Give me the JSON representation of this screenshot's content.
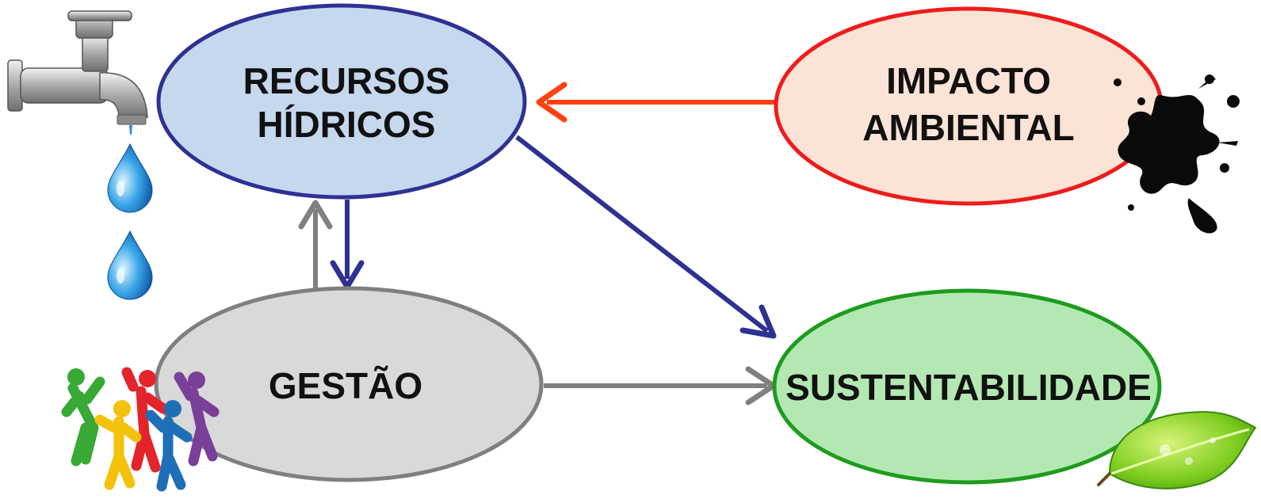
{
  "diagram": {
    "nodes": {
      "recursos": {
        "line1": "RECURSOS",
        "line2": "HÍDRICOS",
        "fill": "#c5d8ee",
        "stroke": "#2e3192"
      },
      "impacto": {
        "line1": "IMPACTO",
        "line2": "AMBIENTAL",
        "fill": "#fbe3d6",
        "stroke": "#ee1c1c"
      },
      "gestao": {
        "label": "GESTÃO",
        "fill": "#d9d9d9",
        "stroke": "#7f7f7f"
      },
      "sustentabilidade": {
        "label": "SUSTENTABILIDADE",
        "fill": "#b3e8b3",
        "stroke": "#1e9b1e"
      }
    },
    "edges": [
      {
        "from": "impacto",
        "to": "recursos",
        "color": "#ff4010"
      },
      {
        "from": "recursos",
        "to": "gestao",
        "color": "#2e3192"
      },
      {
        "from": "gestao",
        "to": "recursos",
        "color": "#808080"
      },
      {
        "from": "recursos",
        "to": "sustentabilidade",
        "color": "#2e3192"
      },
      {
        "from": "gestao",
        "to": "sustentabilidade",
        "color": "#808080"
      }
    ],
    "icons": [
      "water-tap-icon",
      "water-drop-icon",
      "ink-splash-icon",
      "people-group-icon",
      "green-leaf-icon"
    ]
  }
}
